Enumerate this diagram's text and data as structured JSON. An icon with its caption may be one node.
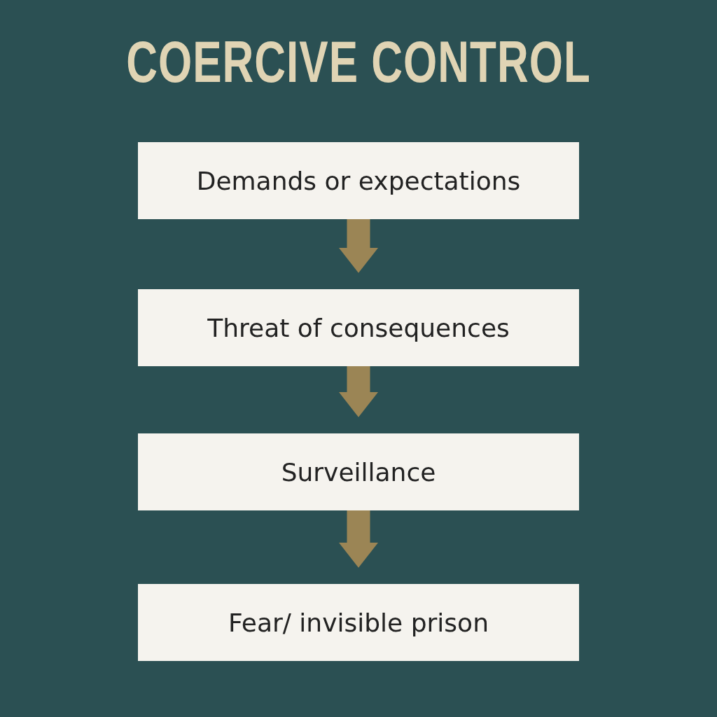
{
  "diagram": {
    "title": "COERCIVE CONTROL",
    "nodes": [
      {
        "text": [
          "Demands or expectations"
        ]
      },
      {
        "text": [
          "Threat of consequences"
        ]
      },
      {
        "text": [
          "Surveillance"
        ]
      },
      {
        "text": [
          "Fear/ invisible prison"
        ]
      }
    ],
    "edges": [
      {
        "from": 0,
        "to": 1,
        "arrow": "to"
      },
      {
        "from": 1,
        "to": 2,
        "arrow": "to"
      },
      {
        "from": 2,
        "to": 3,
        "arrow": "to"
      }
    ]
  }
}
